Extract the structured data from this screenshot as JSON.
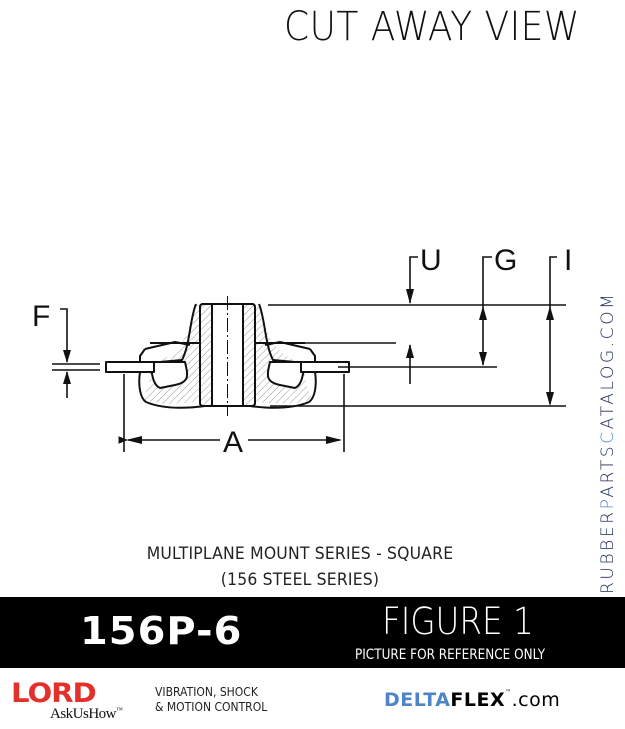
{
  "header": {
    "title": "CUT AWAY VIEW"
  },
  "drawing": {
    "description": "Cross-section of multiplane mount",
    "dimension_labels": {
      "u": "U",
      "g": "G",
      "i": "I",
      "f": "F",
      "a": "A"
    },
    "line_color": "#111111",
    "hatch_color": "#9a9a9a"
  },
  "side_watermark": {
    "prefix": "RUBBER",
    "highlight_1": "P",
    "middle": "ARTS",
    "highlight_2": "C",
    "suffix": "ATALOG.COM",
    "text_color": "#1b2a55",
    "highlight_color": "#4f84c9"
  },
  "caption": {
    "line1": "MULTIPLANE MOUNT SERIES - SQUARE",
    "line2": "(156 STEEL SERIES)"
  },
  "band": {
    "part_number": "156P-6",
    "figure_label": "FIGURE 1",
    "disclaimer": "PICTURE FOR REFERENCE ONLY",
    "background": "#000000"
  },
  "footer": {
    "lord_logo": "LORD",
    "lord_slogan": "AskUsHow",
    "lord_slogan_tm": "™",
    "lord_color": "#e4302b",
    "tagline_line1": "VIBRATION, SHOCK",
    "tagline_line2": "& MOTION CONTROL",
    "deltaflex_part1": "DELTA",
    "deltaflex_part2": "FLEX",
    "deltaflex_tm": "™",
    "deltaflex_suffix": ".com",
    "deltaflex_color": "#4f84c9"
  }
}
